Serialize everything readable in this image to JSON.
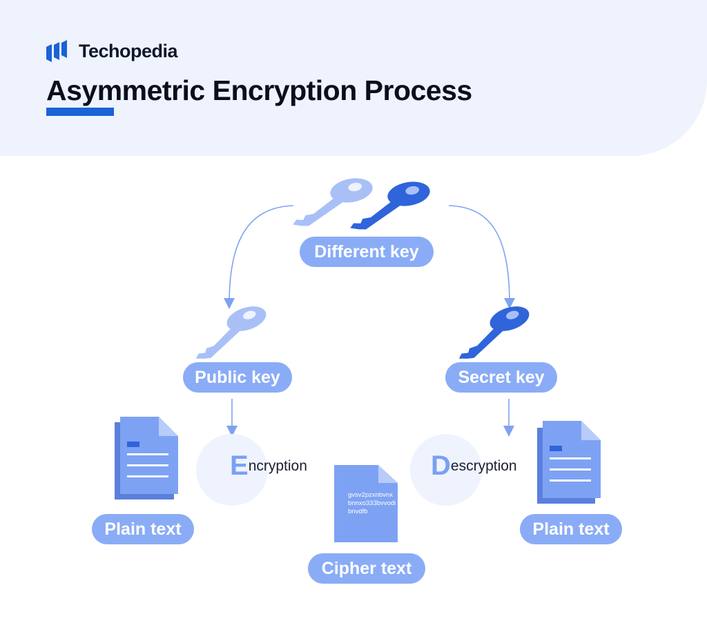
{
  "header": {
    "brand": "Techopedia",
    "title": "Asymmetric Encryption Process",
    "accent_color": "#1a62d6"
  },
  "diagram": {
    "different_key_label": "Different key",
    "public_key_label": "Public key",
    "secret_key_label": "Secret key",
    "encryption": {
      "initial": "E",
      "rest": "ncryption"
    },
    "descryption": {
      "initial": "D",
      "rest": "escryption"
    },
    "plain_text_left": "Plain text",
    "plain_text_right": "Plain text",
    "cipher_text_label": "Cipher text",
    "cipher_content": "gvsv2pzxnbvnxbnnxo333bvvodibnvdfb",
    "colors": {
      "light_key": "#a9c0f7",
      "dark_key": "#2f64db",
      "pill": "#8aacf6",
      "document": "#7ea2f3",
      "circle": "#eef3fd"
    }
  }
}
